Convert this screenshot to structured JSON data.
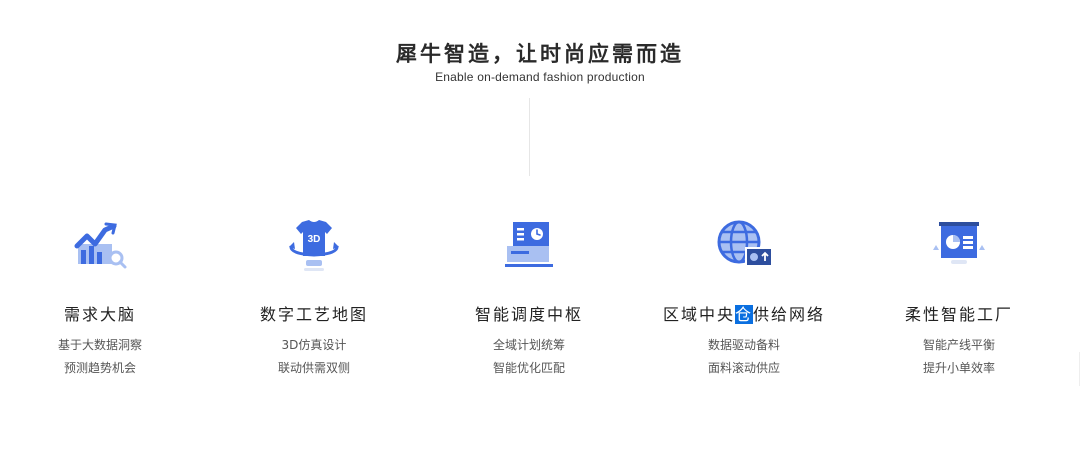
{
  "header": {
    "title": "犀牛智造，让时尚应需而造",
    "subtitle": "Enable on-demand fashion production"
  },
  "features": [
    {
      "title": "需求大脑",
      "lines": [
        "基于大数据洞察",
        "预测趋势机会"
      ],
      "icon": "trend-chart-magnifier-icon"
    },
    {
      "title": "数字工艺地图",
      "lines": [
        "3D仿真设计",
        "联动供需双侧"
      ],
      "icon": "3d-shirt-rotate-icon"
    },
    {
      "title": "智能调度中枢",
      "lines": [
        "全域计划统筹",
        "智能优化匹配"
      ],
      "icon": "monitor-clock-icon"
    },
    {
      "title_before": "区域中央",
      "title_highlight": "仓",
      "title_after": "供给网络",
      "lines": [
        "数据驱动备料",
        "面料滚动供应"
      ],
      "icon": "globe-upload-icon"
    },
    {
      "title": "柔性智能工厂",
      "lines": [
        "智能产线平衡",
        "提升小单效率"
      ],
      "icon": "presentation-board-icon"
    }
  ],
  "colors": {
    "accent": "#3d6be0",
    "accent_light": "#a9c0f2",
    "highlight": "#0a6fe0"
  }
}
